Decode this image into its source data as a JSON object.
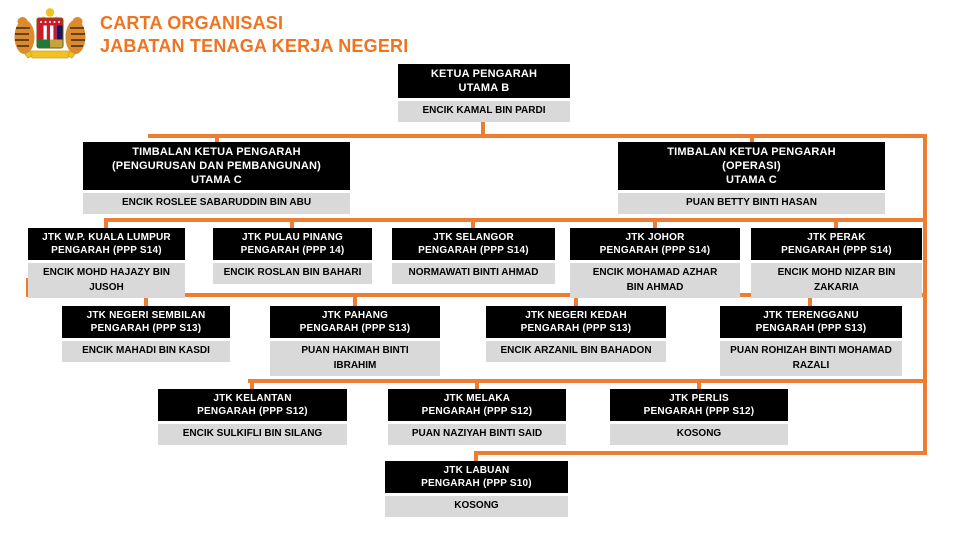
{
  "page": {
    "title_line1": "CARTA ORGANISASI",
    "title_line2": "JABATAN TENAGA KERJA NEGERI",
    "accent_color": "#ED7D31",
    "title_color": "#F0731F",
    "box_color": "#000000",
    "plate_color": "#D9D9D9",
    "logo": "jata-negara-malaysia-coat-of-arms"
  },
  "nodes": {
    "root": {
      "line1": "KETUA PENGARAH",
      "line2": "UTAMA B",
      "name": "ENCIK KAMAL BIN PARDI"
    },
    "deputy_left": {
      "line1": "TIMBALAN KETUA PENGARAH",
      "line2": "(PENGURUSAN DAN PEMBANGUNAN)",
      "line3": "UTAMA C",
      "name": "ENCIK ROSLEE SABARUDDIN BIN ABU"
    },
    "deputy_right": {
      "line1": "TIMBALAN KETUA PENGARAH",
      "line2": "(OPERASI)",
      "line3": "UTAMA C",
      "name": "PUAN BETTY BINTI HASAN"
    },
    "row1": [
      {
        "line1": "JTK W.P. KUALA LUMPUR",
        "line2": "PENGARAH (PPP S14)",
        "name": "ENCIK MOHD HAJAZY BIN\nJUSOH"
      },
      {
        "line1": "JTK PULAU PINANG",
        "line2": "PENGARAH (PPP 14)",
        "name": "ENCIK ROSLAN BIN BAHARI"
      },
      {
        "line1": "JTK SELANGOR",
        "line2": "PENGARAH (PPP S14)",
        "name": "NORMAWATI BINTI AHMAD"
      },
      {
        "line1": "JTK JOHOR",
        "line2": "PENGARAH (PPP S14)",
        "name": "ENCIK MOHAMAD AZHAR\nBIN AHMAD"
      },
      {
        "line1": "JTK PERAK",
        "line2": "PENGARAH (PPP S14)",
        "name": "ENCIK MOHD NIZAR BIN\nZAKARIA"
      }
    ],
    "row2": [
      {
        "line1": "JTK NEGERI SEMBILAN",
        "line2": "PENGARAH (PPP S13)",
        "name": "ENCIK MAHADI BIN KASDI"
      },
      {
        "line1": "JTK PAHANG",
        "line2": "PENGARAH (PPP S13)",
        "name": "PUAN HAKIMAH BINTI\nIBRAHIM"
      },
      {
        "line1": "JTK NEGERI KEDAH",
        "line2": "PENGARAH (PPP S13)",
        "name": "ENCIK ARZANIL BIN BAHADON"
      },
      {
        "line1": "JTK TERENGGANU",
        "line2": "PENGARAH (PPP S13)",
        "name": "PUAN ROHIZAH BINTI MOHAMAD\nRAZALI"
      }
    ],
    "row3": [
      {
        "line1": "JTK KELANTAN",
        "line2": "PENGARAH (PPP S12)",
        "name": "ENCIK SULKIFLI BIN SILANG"
      },
      {
        "line1": "JTK MELAKA",
        "line2": "PENGARAH (PPP S12)",
        "name": "PUAN NAZIYAH BINTI SAID"
      },
      {
        "line1": "JTK PERLIS",
        "line2": "PENGARAH (PPP S12)",
        "name": "KOSONG"
      }
    ],
    "row4": [
      {
        "line1": "JTK LABUAN",
        "line2": "PENGARAH (PPP S10)",
        "name": "KOSONG"
      }
    ]
  }
}
